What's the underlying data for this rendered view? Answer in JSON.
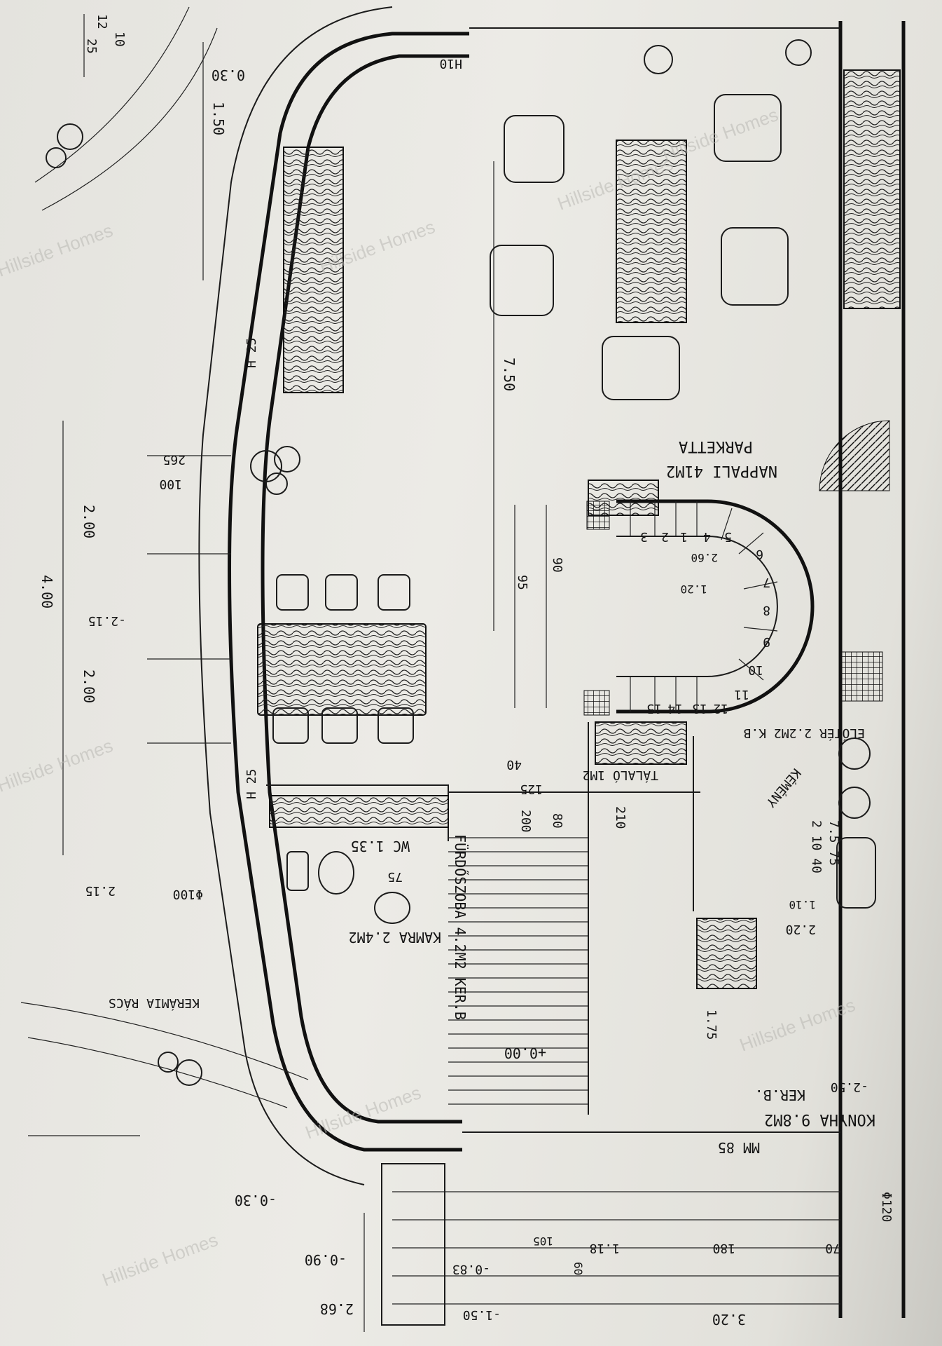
{
  "watermark": "Hillside Homes",
  "rooms": {
    "living": "NAPPALI 41M2",
    "living_floor": "PARKETTA",
    "pantry": "KAMRA 2.4M2",
    "wc": "WC 1.35",
    "bathroom": "FÜRDŐSZOBA 4.2M2 KER.B",
    "kitchen": "KONYHA 9.8M2",
    "kitchen_floor": "KER.B.",
    "kitchen_mm": "MM 85",
    "serving": "TÁLALÓ 1M2",
    "chimney": "KÉMÉNY",
    "hall": "ELŐTÉR 2.2M2 K.B",
    "grille": "KERÁMIA RÁCS",
    "h10": "H10",
    "h25a": "H 25",
    "h25b": "H 25"
  },
  "levels": {
    "zero": "+0.00",
    "minus030a": "-0.30",
    "plus030": "0.30",
    "minus090": "-0.90",
    "minus083": "-0.83",
    "minus150": "-1.50",
    "minus215a": "-2.15",
    "minus215b": "2.15",
    "minus250": "-2.50"
  },
  "dimensions": {
    "d200a": "2.00",
    "d200b": "2.00",
    "d400": "4.00",
    "d750": "7.50",
    "d150": "1.50",
    "d268": "2.68",
    "d320": "3.20",
    "d175": "1.75",
    "d220": "2.20",
    "d110": "1.10",
    "d260": "2.60",
    "d120": "1.20",
    "d265": "265",
    "d100": "100",
    "d95": "95",
    "d90": "90",
    "d210": "210",
    "d200": "200",
    "d80": "80",
    "d125": "125",
    "d40": "40",
    "d75": "75",
    "d7575": "7.5 75",
    "d2104": "2 10 40",
    "d12": "12",
    "d10": "10",
    "d25": "25",
    "d180": "180",
    "d70": "70",
    "d105": "105",
    "d60": "60",
    "d118": "1.18",
    "d120b": "Φ120",
    "d100b": "Φ100"
  },
  "stair_steps": [
    "1",
    "2",
    "3",
    "4",
    "5",
    "6",
    "7",
    "8",
    "9",
    "10",
    "11",
    "12",
    "13",
    "14",
    "15"
  ]
}
